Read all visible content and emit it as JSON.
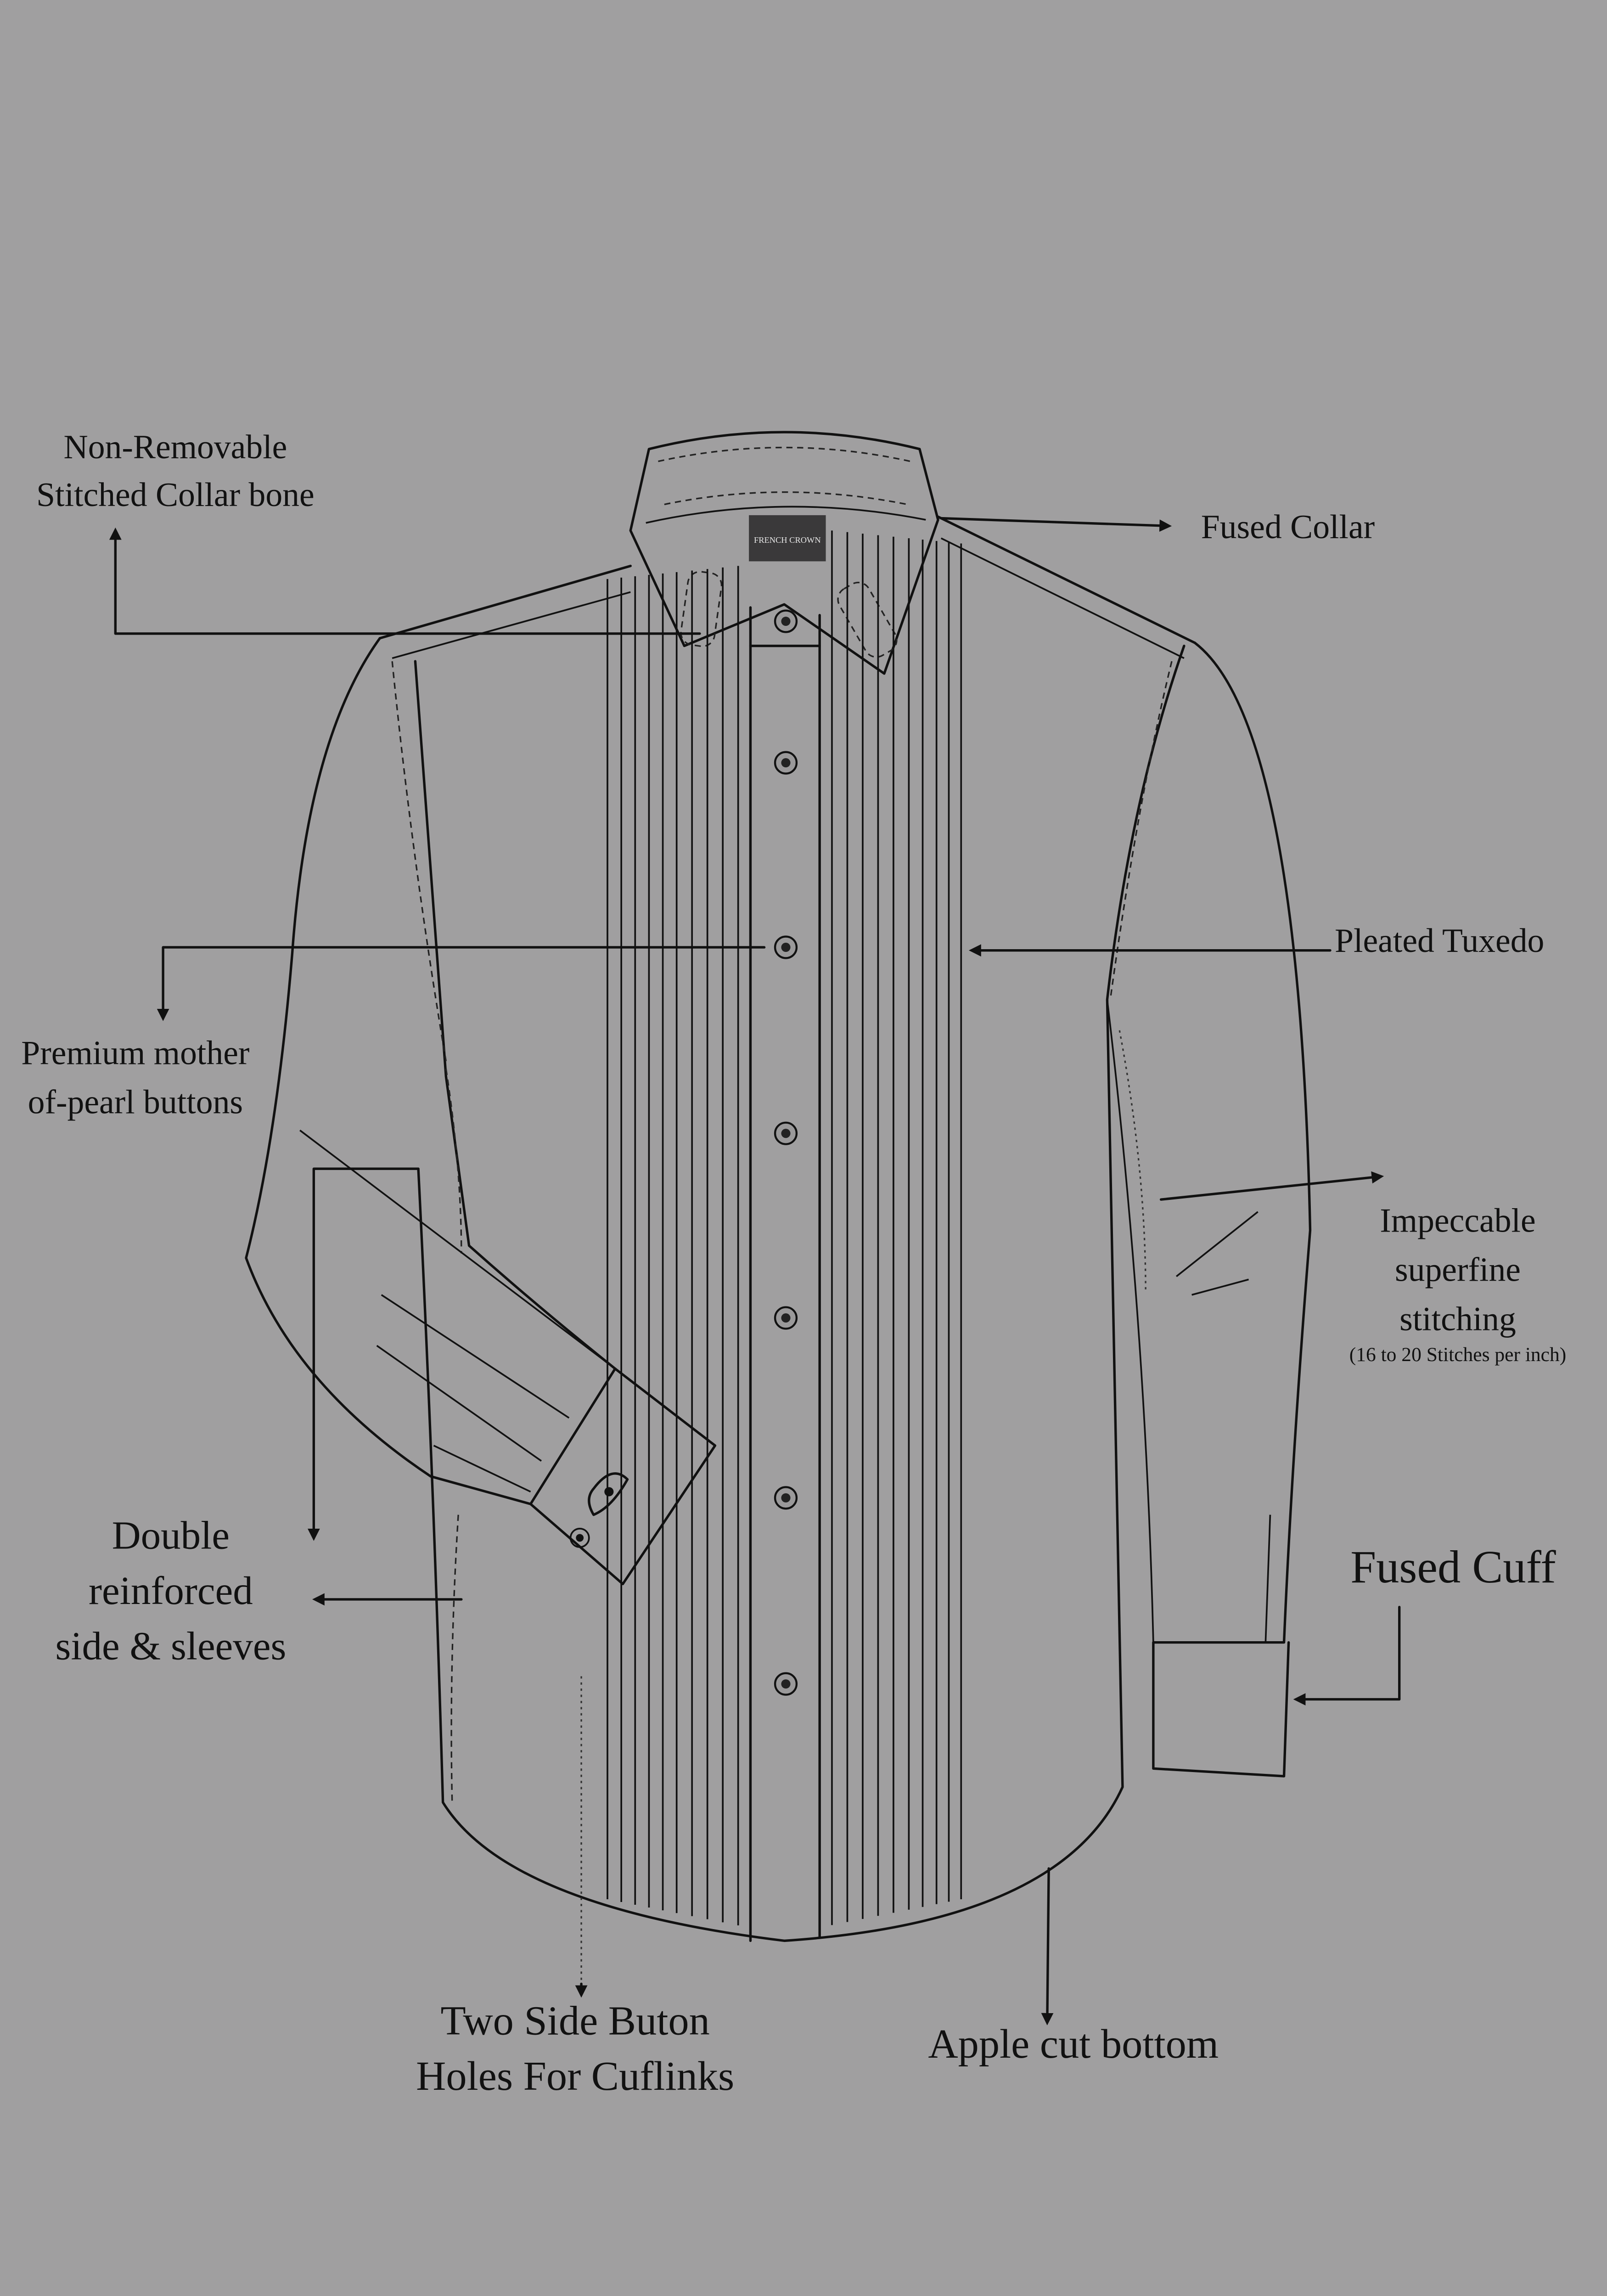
{
  "colors": {
    "background": "#a09fa0",
    "line": "#111111",
    "logo_bg": "#3a393a",
    "logo_text": "#e8e8e8"
  },
  "logo": {
    "text": "FRENCH CROWN"
  },
  "labels": {
    "collar_bone": [
      "Non-Removable",
      "Stitched Collar bone"
    ],
    "fused_collar": "Fused Collar",
    "pleated_tuxedo": "Pleated Tuxedo",
    "buttons": [
      "Premium mother",
      "of-pearl buttons"
    ],
    "stitching": [
      "Impeccable",
      "superfine",
      "stitching"
    ],
    "stitching_note": "(16 to 20 Stitches per inch)",
    "reinforced": [
      "Double",
      "reinforced",
      "side & sleeves"
    ],
    "fused_cuff": "Fused Cuff",
    "cuff_holes": [
      "Two Side Buton",
      "Holes For Cuflinks"
    ],
    "apple_cut": "Apple cut bottom"
  },
  "icons": {
    "arrow": "arrowhead",
    "button": "shirt-button",
    "cufflink": "cufflink"
  }
}
